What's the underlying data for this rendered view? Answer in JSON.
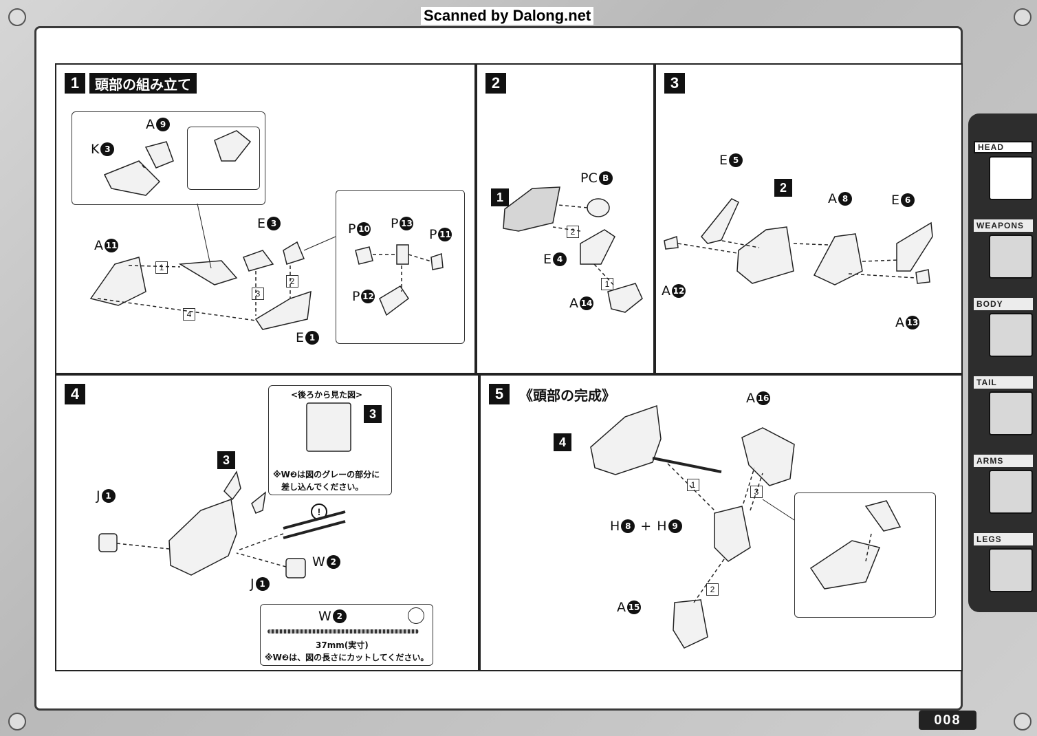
{
  "header": {
    "scan_credit": "Scanned by Dalong.net"
  },
  "steps": [
    {
      "number": "1",
      "title": "頭部の組み立て",
      "parts": [
        {
          "letter": "A",
          "num": "9"
        },
        {
          "letter": "K",
          "num": "3"
        },
        {
          "letter": "A",
          "num": "11"
        },
        {
          "letter": "E",
          "num": "3"
        },
        {
          "letter": "E",
          "num": "1"
        },
        {
          "letter": "P",
          "num": "10"
        },
        {
          "letter": "P",
          "num": "13"
        },
        {
          "letter": "P",
          "num": "11"
        },
        {
          "letter": "P",
          "num": "12"
        }
      ],
      "order": [
        "1",
        "2",
        "3",
        "4"
      ]
    },
    {
      "number": "2",
      "title": "",
      "parts": [
        {
          "letter": "PC",
          "num": "B"
        },
        {
          "letter": "E",
          "num": "4"
        },
        {
          "letter": "A",
          "num": "14"
        }
      ],
      "ref_badge": "1",
      "order": [
        "1",
        "2"
      ]
    },
    {
      "number": "3",
      "title": "",
      "parts": [
        {
          "letter": "E",
          "num": "5"
        },
        {
          "letter": "A",
          "num": "8"
        },
        {
          "letter": "E",
          "num": "6"
        },
        {
          "letter": "A",
          "num": "12"
        },
        {
          "letter": "A",
          "num": "13"
        }
      ],
      "ref_badge": "2"
    },
    {
      "number": "4",
      "title": "",
      "parts": [
        {
          "letter": "J",
          "num": "1"
        },
        {
          "letter": "W",
          "num": "2"
        },
        {
          "letter": "J",
          "num": "1"
        }
      ],
      "ref_badge": "3",
      "rear_view": {
        "title": "<後ろから見た図>",
        "badge": "3",
        "note_line1": "※W❷は図のグレーの部分に",
        "note_line2": "差し込んでください。"
      },
      "cut_guide": {
        "part": {
          "letter": "W",
          "num": "2"
        },
        "length": "37mm(実寸)",
        "note": "※W❷は、図の長さにカットしてください。"
      },
      "caution": "!"
    },
    {
      "number": "5",
      "title": "《頭部の完成》",
      "parts": [
        {
          "letter": "A",
          "num": "16"
        },
        {
          "letter": "H",
          "num": "8"
        },
        {
          "letter": "H",
          "num": "9"
        },
        {
          "letter": "A",
          "num": "15"
        }
      ],
      "plus": "+",
      "ref_badge": "4",
      "order": [
        "1",
        "2",
        "3"
      ]
    }
  ],
  "sidebar": {
    "tabs": [
      {
        "label": "HEAD",
        "active": true
      },
      {
        "label": "WEAPONS",
        "active": false
      },
      {
        "label": "BODY",
        "active": false
      },
      {
        "label": "TAIL",
        "active": false
      },
      {
        "label": "ARMS",
        "active": false
      },
      {
        "label": "LEGS",
        "active": false
      }
    ]
  },
  "page_number": "008"
}
